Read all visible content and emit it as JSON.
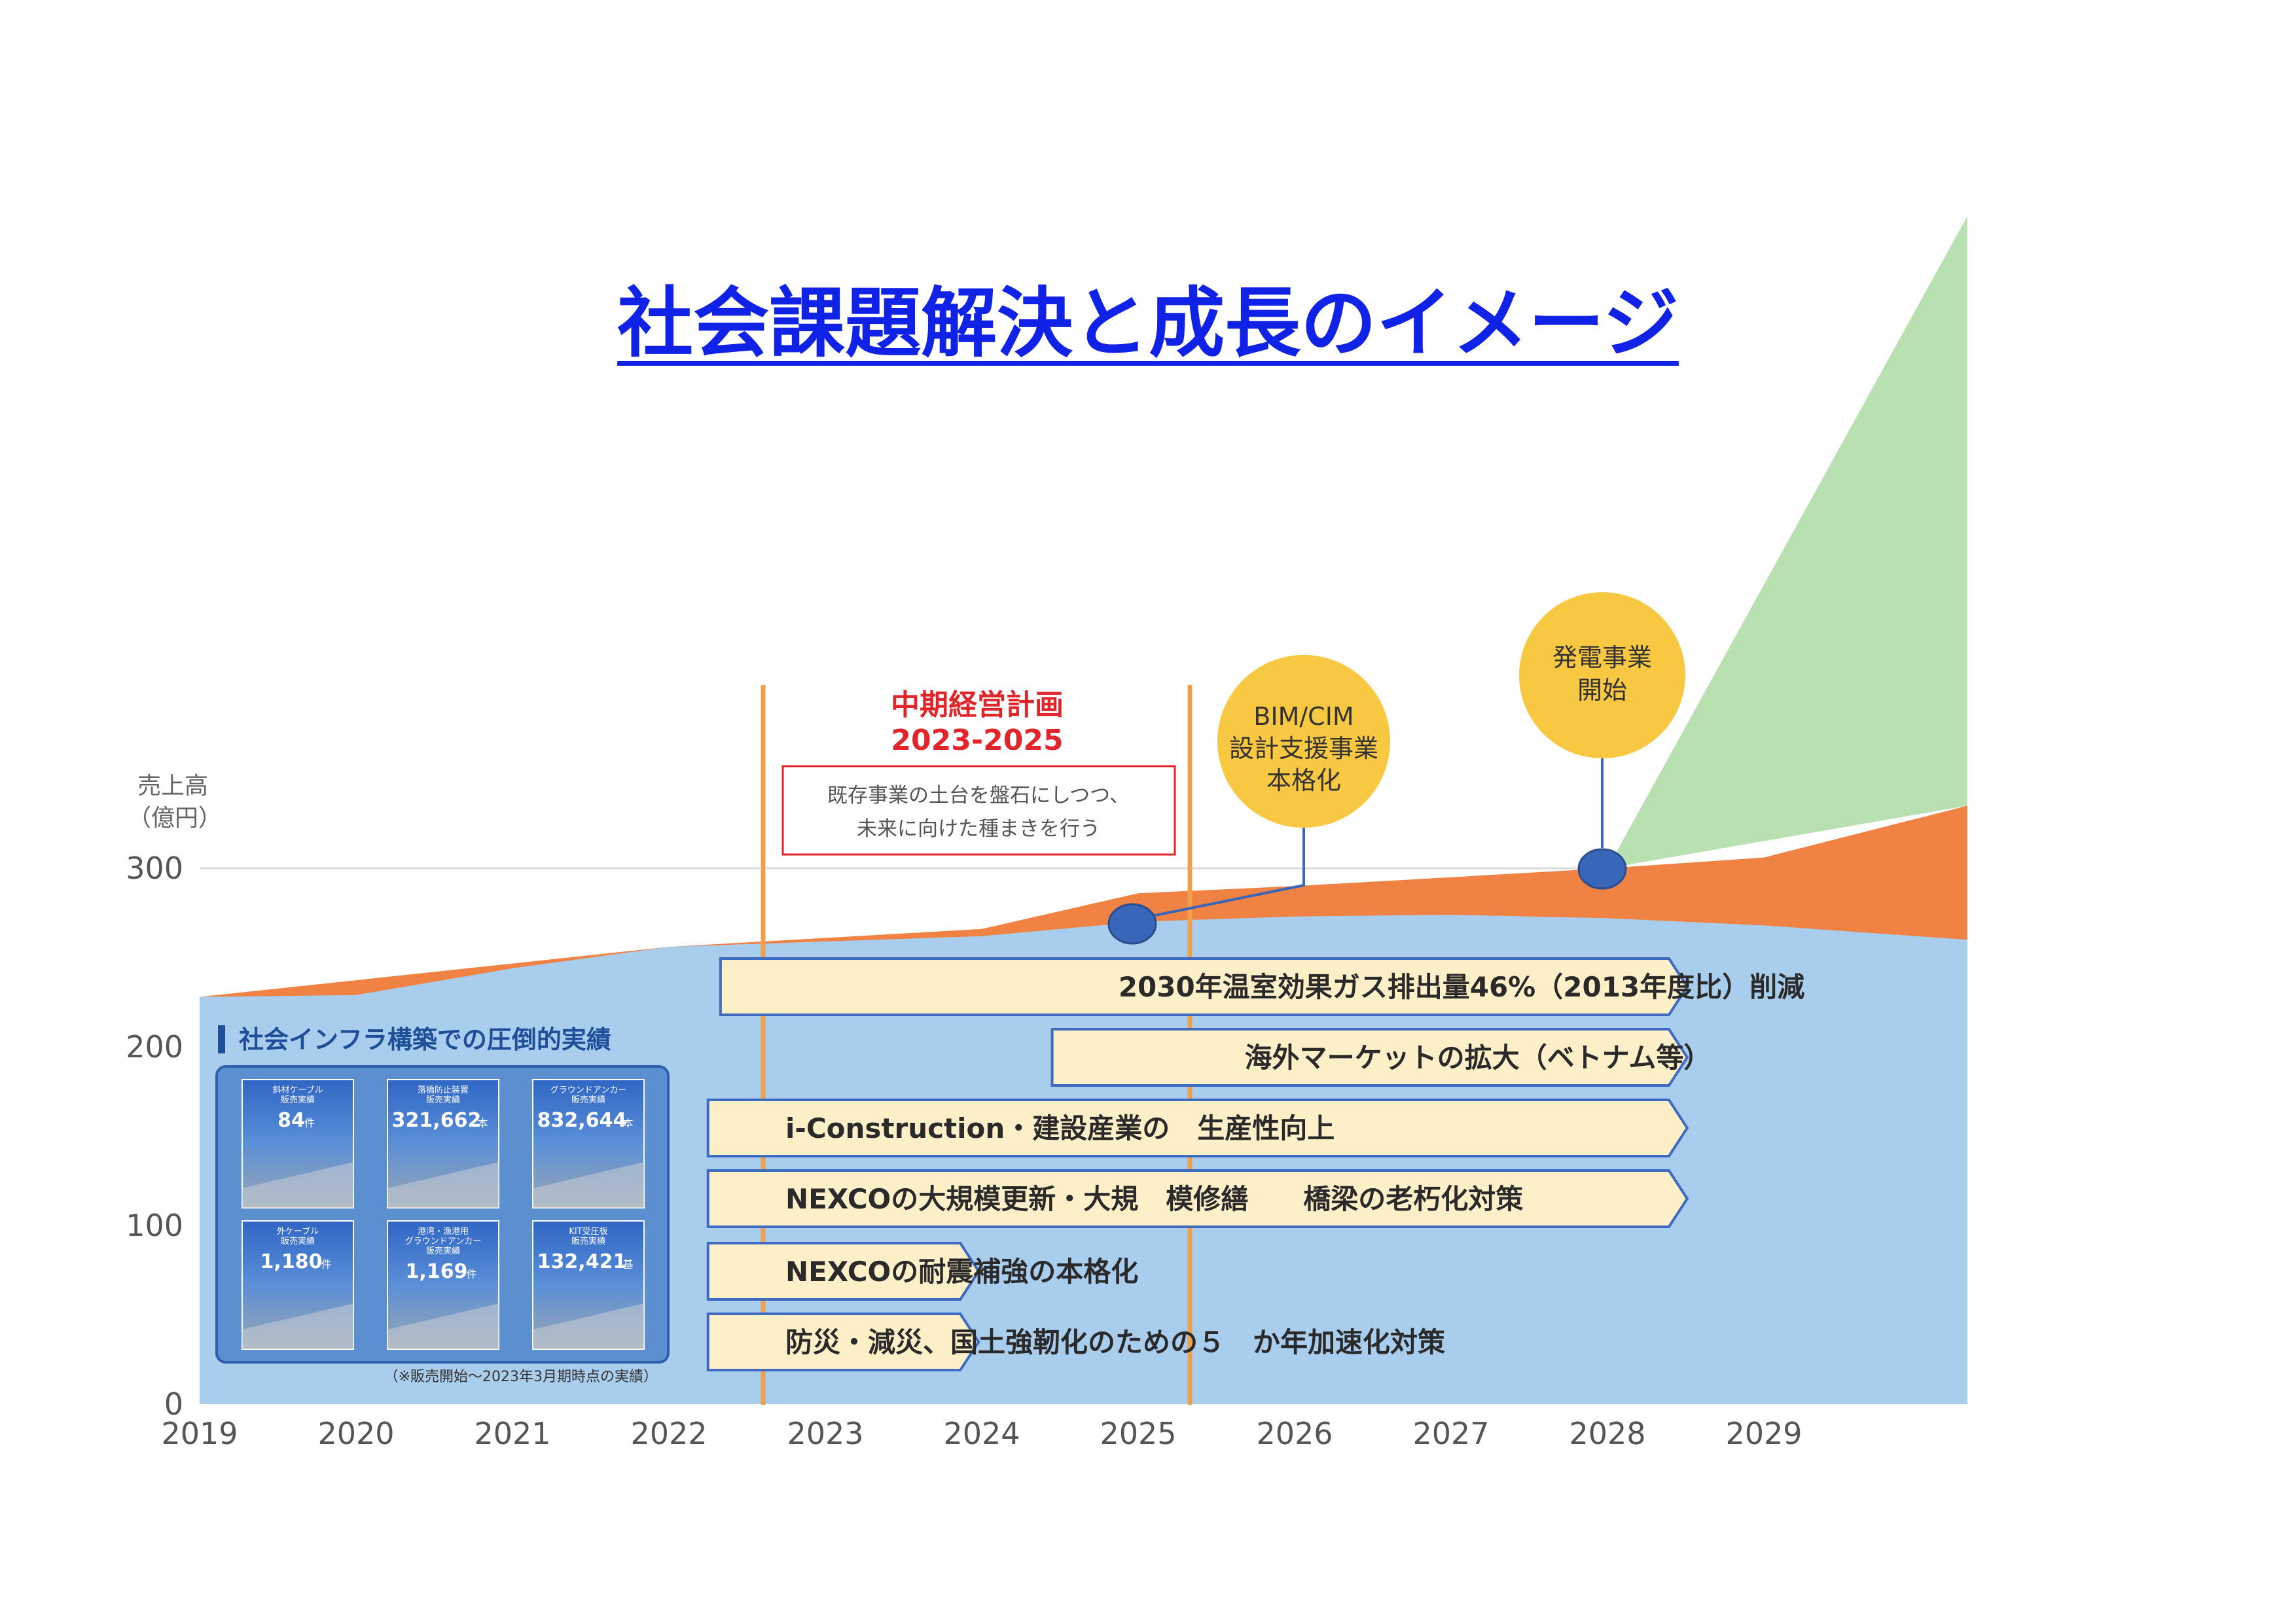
{
  "title": "社会課題解決と成長のイメージ",
  "chart_data": {
    "type": "area",
    "ylabel_line1": "売上高",
    "ylabel_line2": "（億円）",
    "ylim": [
      0,
      300
    ],
    "yticks": [
      0,
      100,
      200,
      300
    ],
    "xticks": [
      "2019",
      "2020",
      "2021",
      "2022",
      "2023",
      "2024",
      "2025",
      "2026",
      "2027",
      "2028",
      "2029"
    ],
    "series": [
      {
        "role": "existing",
        "color": "#a9cdec",
        "x": [
          2019,
          2020,
          2021,
          2022,
          2023,
          2024,
          2025,
          2026,
          2027,
          2028,
          2029,
          2030.3
        ],
        "y": [
          228,
          229,
          244,
          256,
          259,
          262,
          270,
          273,
          274,
          272,
          268,
          260
        ]
      },
      {
        "role": "top",
        "color": "#f08244",
        "x": [
          2019,
          2022,
          2023,
          2024,
          2025,
          2026,
          2027,
          2028,
          2029,
          2030.3
        ],
        "y": [
          228,
          256,
          261,
          266,
          286,
          290,
          295,
          300,
          306,
          335
        ]
      },
      {
        "role": "growth",
        "color": "#b9e0b0",
        "x": [
          2028,
          2030.3
        ],
        "y": [
          300,
          665
        ]
      }
    ],
    "grid_line_y": 300,
    "plan": {
      "title_line1": "中期経営計画",
      "title_line2": "2023-2025",
      "desc_line1": "既存事業の土台を盤石にしつつ、",
      "desc_line2": "未来に向けた種まきを行う",
      "line_color": "#f0a04a",
      "title_color": "#e0262b"
    },
    "milestones": [
      {
        "id": "bim-cim",
        "lines": [
          "BIM/CIM",
          "設計支援事業",
          "本格化"
        ]
      },
      {
        "id": "power",
        "lines": [
          "発電事業",
          "開始"
        ]
      }
    ],
    "arrows": [
      {
        "text": "2030年温室効果ガス排出量46%（2013年度比）削減"
      },
      {
        "text": "海外マーケットの拡大（ベトナム等）"
      },
      {
        "text": "i-Construction・建設産業の　生産性向上"
      },
      {
        "text": "NEXCOの大規模更新・大規　模修繕　　橋梁の老朽化対策"
      },
      {
        "text": "NEXCOの耐震補強の本格化"
      },
      {
        "text": "防災・減災、国土強靭化のための５　か年加速化対策"
      }
    ],
    "milestone_color": "#f9c842",
    "marker_color": "#3966b8"
  },
  "infra_panel": {
    "title": "社会インフラ構築での圧倒的実績",
    "footnote": "（※販売開始～2023年3月期時点の実績）",
    "stats": [
      {
        "caption1": "斜材ケーブル",
        "caption2": "販売実績",
        "value": "84",
        "unit": "件"
      },
      {
        "caption1": "落橋防止装置",
        "caption2": "販売実績",
        "value": "321,662",
        "unit": "本"
      },
      {
        "caption1": "グラウンドアンカー",
        "caption2": "販売実績",
        "value": "832,644",
        "unit": "本"
      },
      {
        "caption1": "外ケーブル",
        "caption2": "販売実績",
        "value": "1,180",
        "unit": "件"
      },
      {
        "caption1": "港湾・漁港用",
        "caption2": "グラウンドアンカー",
        "caption3": "販売実績",
        "value": "1,169",
        "unit": "件"
      },
      {
        "caption1": "KIT受圧板",
        "caption2": "販売実績",
        "value": "132,421",
        "unit": "基"
      }
    ]
  }
}
